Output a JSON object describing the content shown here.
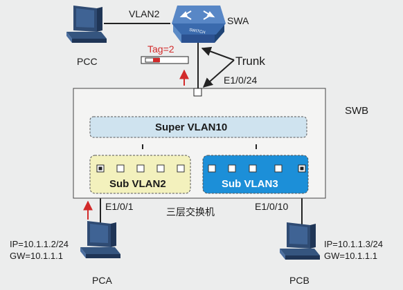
{
  "labels": {
    "vlan2_link": "VLAN2",
    "swa": "SWA",
    "pcc": "PCC",
    "tag": "Tag=2",
    "trunk": "Trunk",
    "e1_0_24": "E1/0/24",
    "swb": "SWB",
    "super_vlan": "Super VLAN10",
    "sub_vlan2": "Sub VLAN2",
    "sub_vlan3": "Sub VLAN3",
    "e1_0_1": "E1/0/1",
    "e1_0_10": "E1/0/10",
    "l3_switch": "三层交换机",
    "pca": "PCA",
    "pcb": "PCB",
    "pca_ip": "IP=10.1.1.2/24",
    "pca_gw": "GW=10.1.1.1",
    "pcb_ip": "IP=10.1.1.3/24",
    "pcb_gw": "GW=10.1.1.1",
    "switch_text": "SWITCH"
  },
  "colors": {
    "background": "#eceded",
    "super_vlan_fill": "#cfe3ef",
    "sub_vlan2_fill": "#f3f1bd",
    "sub_vlan3_fill": "#1c8fd8",
    "switch_icon": "#3d6fb0",
    "arrow_red": "#d22a2a",
    "pc_body": "#2f4b73"
  },
  "icons": {
    "switch": "switch-icon",
    "pc": "pc-icon"
  }
}
